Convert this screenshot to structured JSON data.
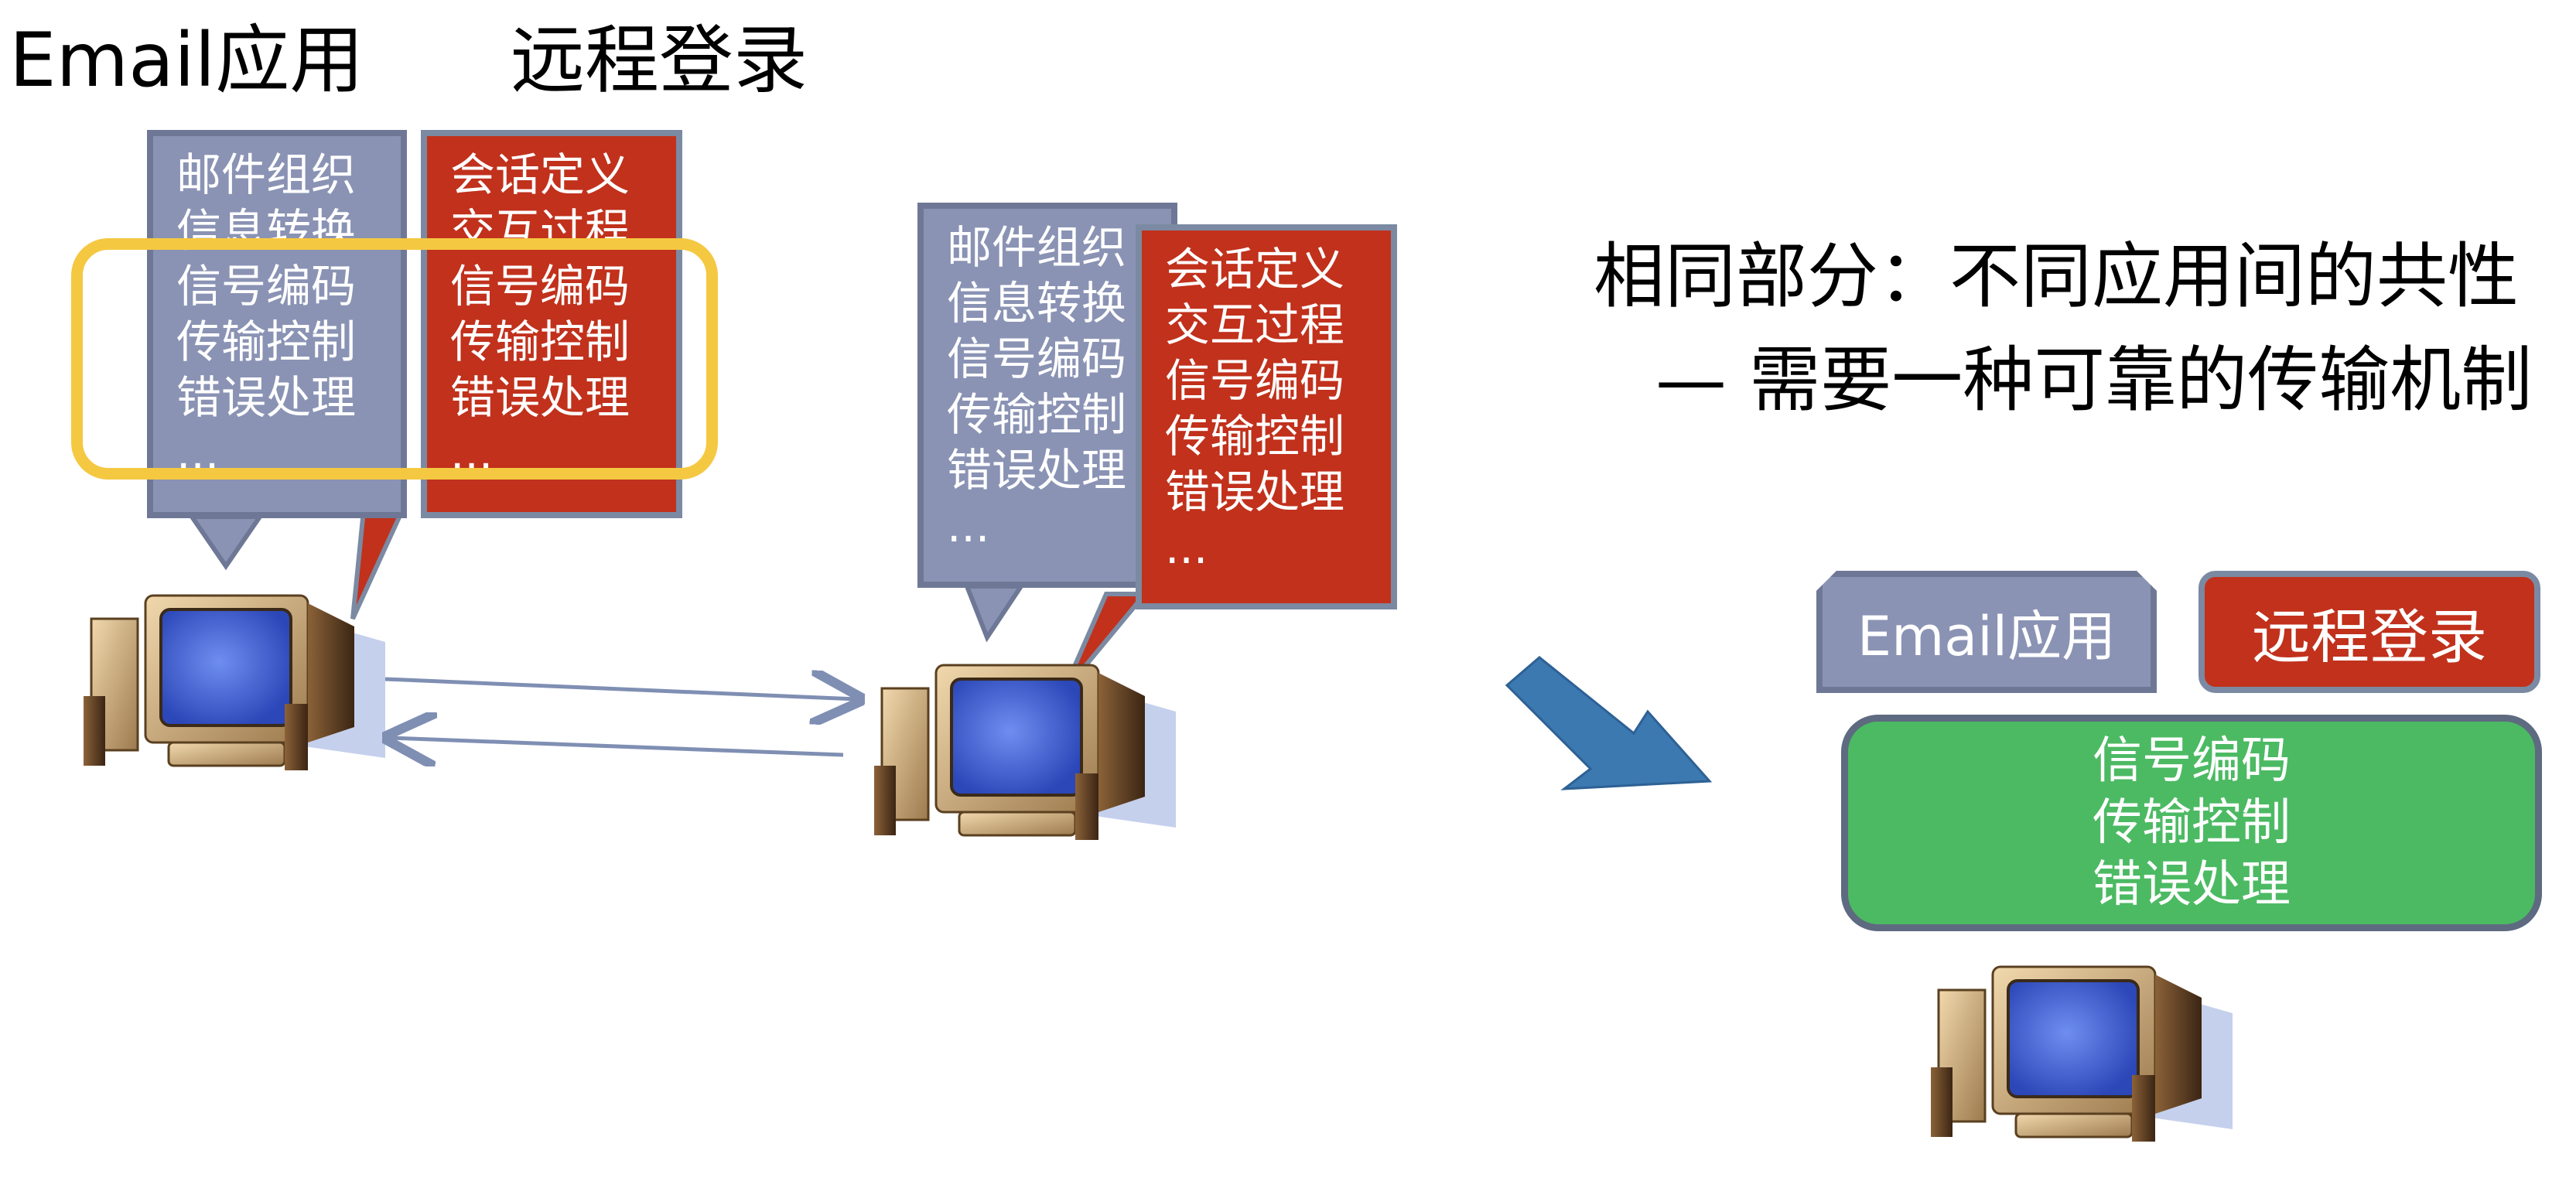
{
  "headings": {
    "email_app": "Email应用",
    "remote_login": "远程登录"
  },
  "host_a": {
    "email_bubble_lines": [
      "邮件组织",
      "信息转换",
      "信号编码",
      "传输控制",
      "错误处理",
      "..."
    ],
    "remote_bubble_lines": [
      "会话定义",
      "交互过程",
      "信号编码",
      "传输控制",
      "错误处理",
      "..."
    ]
  },
  "host_b": {
    "email_bubble_lines": [
      "邮件组织",
      "信息转换",
      "信号编码",
      "传输控制",
      "错误处理",
      "..."
    ],
    "remote_bubble_lines": [
      "会话定义",
      "交互过程",
      "信号编码",
      "传输控制",
      "错误处理",
      "..."
    ]
  },
  "conclusion": {
    "line1": "相同部分：不同应用间的共性",
    "line2": "— 需要一种可靠的传输机制"
  },
  "stack": {
    "email_label": "Email应用",
    "remote_label": "远程登录",
    "common_lines": [
      "信号编码",
      "传输控制",
      "错误处理"
    ]
  },
  "colors": {
    "email_blue": "#8a93b4",
    "remote_red": "#c1311c",
    "common_green": "#4cba63",
    "highlight_yellow": "#f5c842",
    "arrow_blue": "#3b79b0"
  }
}
